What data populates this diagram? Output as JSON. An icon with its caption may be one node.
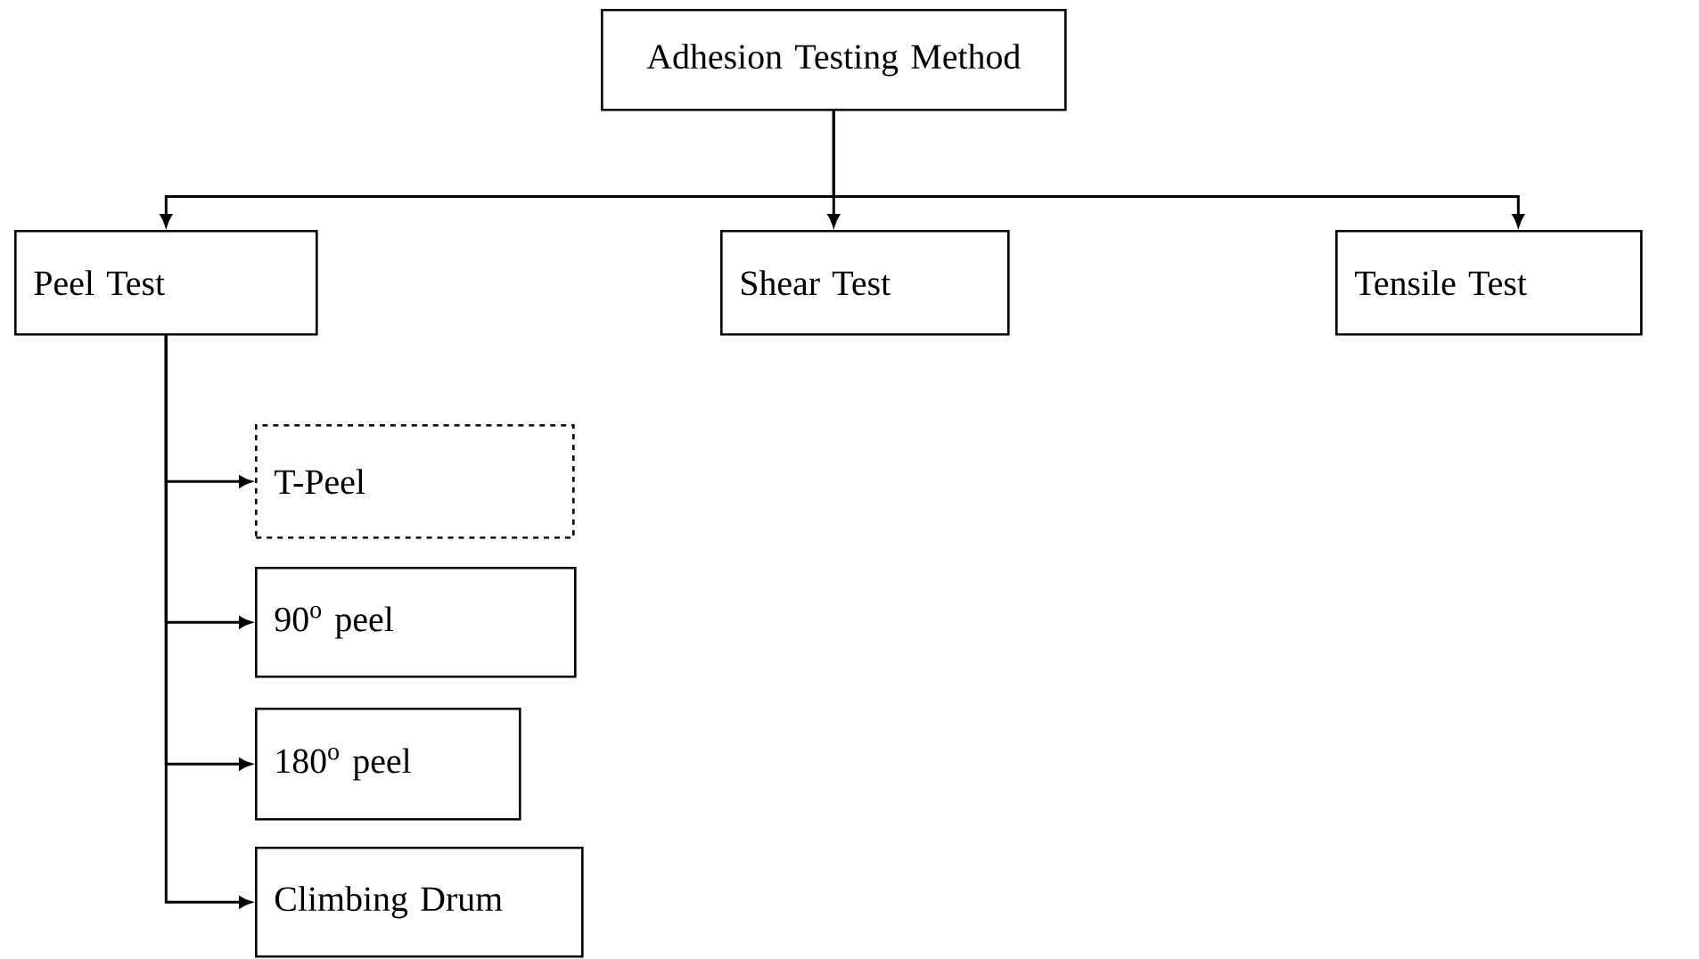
{
  "diagram": {
    "nodes": [
      {
        "text": [
          "Adhesion Testing Method"
        ]
      },
      {
        "text": [
          "Peel Test"
        ]
      },
      {
        "text": [
          "Shear Test"
        ]
      },
      {
        "text": [
          "Tensile Test"
        ]
      },
      {
        "text": [
          "T-Peel"
        ]
      },
      {
        "text": [
          "90$^{o}$ peel"
        ]
      },
      {
        "text": [
          "180$^{o}$ peel"
        ]
      },
      {
        "text": [
          "Climbing Drum"
        ]
      }
    ],
    "edges": [
      {
        "from": 0,
        "to": 1,
        "arrow": "to"
      },
      {
        "from": 0,
        "to": 2,
        "arrow": "to"
      },
      {
        "from": 0,
        "to": 3,
        "arrow": "to"
      },
      {
        "from": 1,
        "to": 4,
        "arrow": "to"
      },
      {
        "from": 1,
        "to": 5,
        "arrow": "to"
      },
      {
        "from": 1,
        "to": 6,
        "arrow": "to"
      },
      {
        "from": 1,
        "to": 7,
        "arrow": "to"
      }
    ]
  }
}
